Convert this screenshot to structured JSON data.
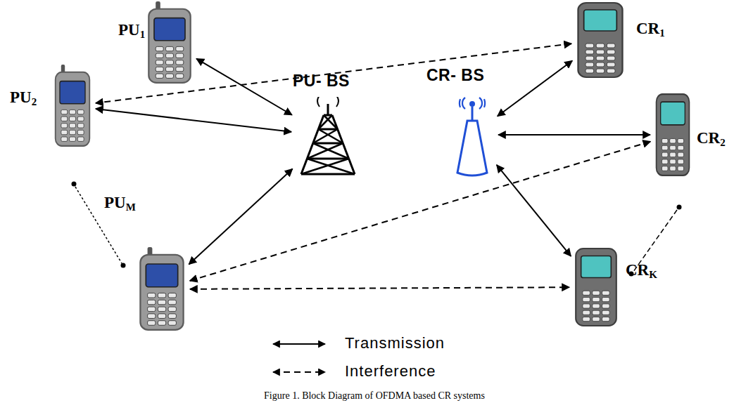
{
  "diagram": {
    "caption": "Figure 1. Block Diagram of OFDMA based CR systems",
    "nodes": [
      {
        "text": [
          "PU1"
        ]
      },
      {
        "text": [
          "PU2"
        ]
      },
      {
        "text": [
          "PU- BS"
        ]
      },
      {
        "text": [
          "CR- BS"
        ]
      },
      {
        "text": [
          "CR1"
        ]
      },
      {
        "text": [
          "CR2"
        ]
      },
      {
        "text": [
          "PUM"
        ]
      },
      {
        "text": [
          "CRK"
        ]
      }
    ],
    "edges": [
      {
        "from": 0,
        "to": 2,
        "arrow": "both"
      },
      {
        "from": 1,
        "to": 2,
        "arrow": "both"
      },
      {
        "from": 6,
        "to": 2,
        "arrow": "both"
      },
      {
        "from": 3,
        "to": 4,
        "arrow": "both"
      },
      {
        "from": 3,
        "to": 5,
        "arrow": "both"
      },
      {
        "from": 3,
        "to": 7,
        "arrow": "both"
      },
      {
        "from": 4,
        "to": 1,
        "arrow": "both"
      },
      {
        "from": 5,
        "to": 6,
        "arrow": "both"
      },
      {
        "from": 6,
        "to": 7,
        "arrow": "both"
      }
    ],
    "legend": [
      {
        "text": "Transmission"
      },
      {
        "text": "Interference"
      }
    ]
  }
}
